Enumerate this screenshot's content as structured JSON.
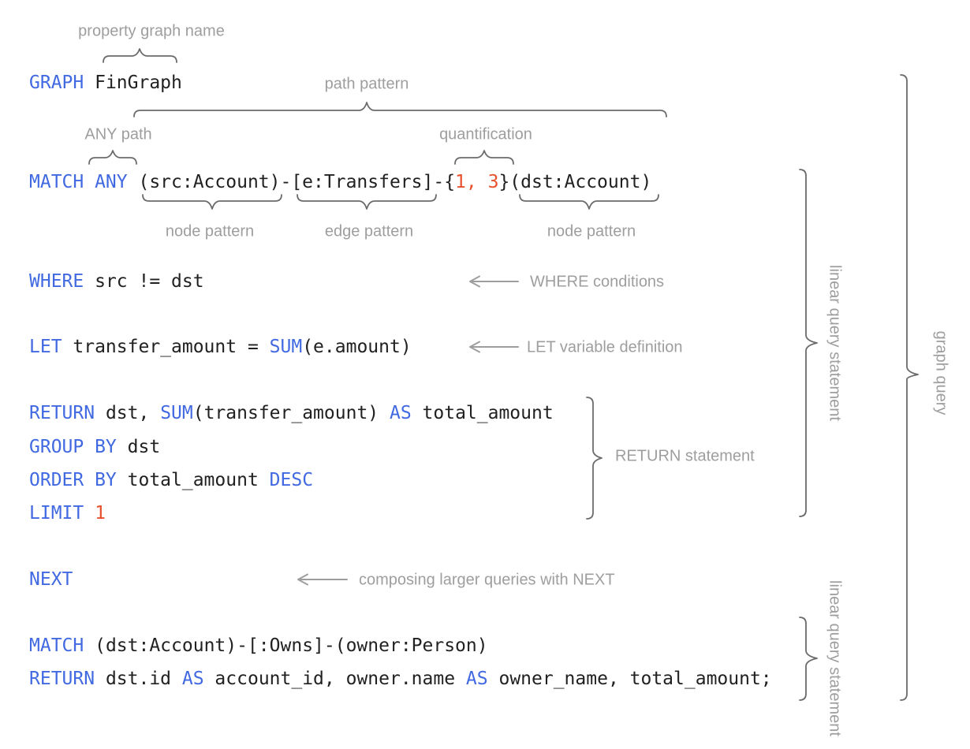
{
  "palette": {
    "keyword": "#4169e1",
    "number": "#e8512d",
    "code_text": "#212121",
    "label_gray": "#9e9e9e",
    "brace_gray": "#6b6b6b",
    "arrow_gray": "#9e9e9e",
    "background": "#ffffff"
  },
  "code_lines": [
    {
      "name": "graph-declaration",
      "segments": [
        {
          "type": "keyword",
          "text": "GRAPH"
        },
        {
          "type": "plain",
          "text": " FinGraph"
        }
      ]
    },
    {
      "name": "match-path-pattern",
      "segments": [
        {
          "type": "keyword",
          "text": "MATCH ANY"
        },
        {
          "type": "plain",
          "text": " (src:Account)-[e:Transfers]-{"
        },
        {
          "type": "number",
          "text": "1, 3"
        },
        {
          "type": "plain",
          "text": "}(dst:Account)"
        }
      ]
    },
    {
      "name": "where-clause",
      "segments": [
        {
          "type": "keyword",
          "text": "WHERE"
        },
        {
          "type": "plain",
          "text": " src != dst"
        }
      ]
    },
    {
      "name": "let-clause",
      "segments": [
        {
          "type": "keyword",
          "text": "LET"
        },
        {
          "type": "plain",
          "text": " transfer_amount = "
        },
        {
          "type": "keyword",
          "text": "SUM"
        },
        {
          "type": "plain",
          "text": "(e.amount)"
        }
      ]
    },
    {
      "name": "return-clause",
      "segments": [
        {
          "type": "keyword",
          "text": "RETURN"
        },
        {
          "type": "plain",
          "text": " dst, "
        },
        {
          "type": "keyword",
          "text": "SUM"
        },
        {
          "type": "plain",
          "text": "(transfer_amount) "
        },
        {
          "type": "keyword",
          "text": "AS"
        },
        {
          "type": "plain",
          "text": " total_amount"
        }
      ]
    },
    {
      "name": "group-by-clause",
      "segments": [
        {
          "type": "keyword",
          "text": "GROUP BY"
        },
        {
          "type": "plain",
          "text": " dst"
        }
      ]
    },
    {
      "name": "order-by-clause",
      "segments": [
        {
          "type": "keyword",
          "text": "ORDER BY"
        },
        {
          "type": "plain",
          "text": " total_amount "
        },
        {
          "type": "keyword",
          "text": "DESC"
        }
      ]
    },
    {
      "name": "limit-clause",
      "segments": [
        {
          "type": "keyword",
          "text": "LIMIT"
        },
        {
          "type": "plain",
          "text": " "
        },
        {
          "type": "number",
          "text": "1"
        }
      ]
    },
    {
      "name": "next-keyword",
      "segments": [
        {
          "type": "keyword",
          "text": "NEXT"
        }
      ]
    },
    {
      "name": "match-owner",
      "segments": [
        {
          "type": "keyword",
          "text": "MATCH"
        },
        {
          "type": "plain",
          "text": " (dst:Account)-[:Owns]-(owner:Person)"
        }
      ]
    },
    {
      "name": "return-final",
      "segments": [
        {
          "type": "keyword",
          "text": "RETURN"
        },
        {
          "type": "plain",
          "text": " dst.id "
        },
        {
          "type": "keyword",
          "text": "AS"
        },
        {
          "type": "plain",
          "text": " account_id, owner.name "
        },
        {
          "type": "keyword",
          "text": "AS"
        },
        {
          "type": "plain",
          "text": " owner_name, total_amount;"
        }
      ]
    }
  ],
  "annotations": {
    "property_graph_name": "property graph name",
    "path_pattern": "path pattern",
    "any_path": "ANY path",
    "quantification": "quantification",
    "node_pattern_left": "node pattern",
    "edge_pattern": "edge pattern",
    "node_pattern_right": "node pattern",
    "where_conditions": "WHERE conditions",
    "let_variable_definition": "LET variable definition",
    "return_statement": "RETURN statement",
    "composing_next": "composing larger queries with NEXT",
    "linear_query_statement_top": "linear query statement",
    "linear_query_statement_bottom": "linear query statement",
    "graph_query": "graph query"
  }
}
